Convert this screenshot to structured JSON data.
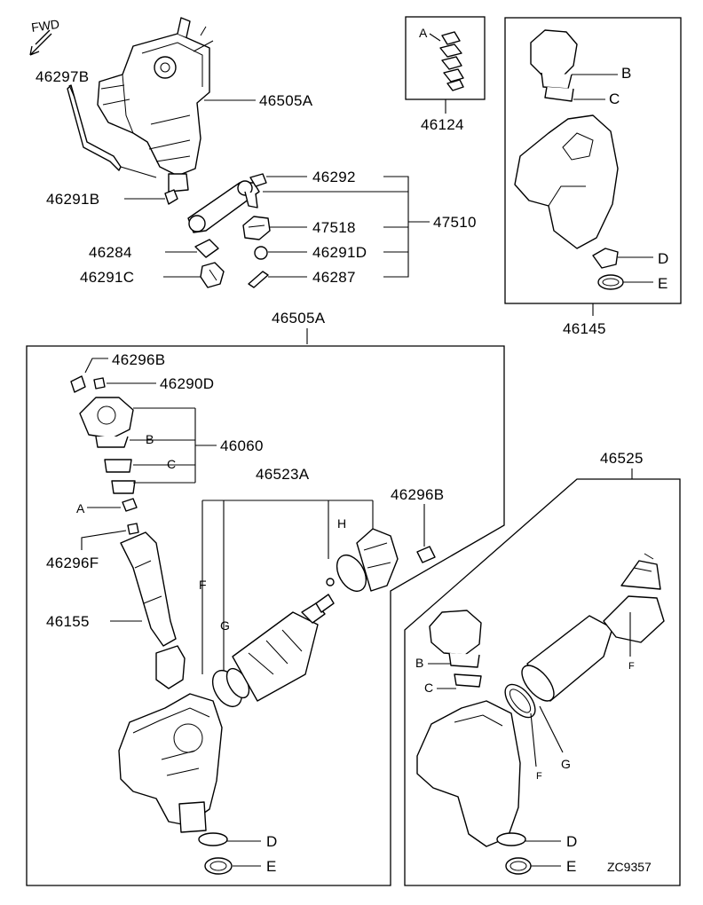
{
  "labels": {
    "fwd": "FWD",
    "p46297b": "46297B",
    "p46505a_top": "46505A",
    "p46291b": "46291B",
    "p46292": "46292",
    "p47518": "47518",
    "p47510": "47510",
    "p46284": "46284",
    "p46291d": "46291D",
    "p46291c": "46291C",
    "p46287": "46287",
    "p46124": "46124",
    "p46124_a": "A",
    "p46145": "46145",
    "p46145_b": "B",
    "p46145_c": "C",
    "p46145_d": "D",
    "p46145_e": "E",
    "p46505a_box": "46505A",
    "p46296b_top": "46296B",
    "p46290d": "46290D",
    "p46060": "46060",
    "p46060_b": "B",
    "p46060_c": "C",
    "p46523a": "46523A",
    "p46296b_right": "46296B",
    "box_a": "A",
    "p46296f": "46296F",
    "p46155": "46155",
    "box_f": "F",
    "box_g": "G",
    "box_h": "H",
    "box_d": "D",
    "box_e": "E",
    "p46525": "46525",
    "r_b": "B",
    "r_c": "C",
    "r_f1": "F",
    "r_f2": "F",
    "r_g": "G",
    "r_d": "D",
    "r_e": "E",
    "code": "ZC9357"
  }
}
